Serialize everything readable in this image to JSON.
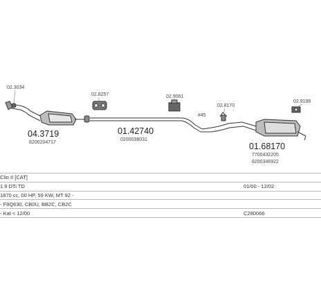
{
  "parts": [
    {
      "code": "02.3034"
    },
    {
      "code": "04.3719",
      "oe": "8200204717"
    },
    {
      "code": "02.8257"
    },
    {
      "code": "01.42740",
      "oe": "0200038031"
    },
    {
      "code": "02.9061"
    },
    {
      "code": "#45"
    },
    {
      "code": "02.8170"
    },
    {
      "code": "02.9188"
    },
    {
      "code": "01.68170",
      "oe": [
        "7700432205",
        "8200346922"
      ]
    }
  ],
  "table": {
    "rows": [
      [
        "Clio II [CAT]",
        ""
      ],
      [
        "1.9 DTi TD",
        "01/00 - 12/02"
      ],
      [
        "1870 cc, 00 HP, 59 KW, MT 92 -",
        ""
      ],
      [
        "- F8Q630, CB0U, BB2C, CB2C",
        ""
      ],
      [
        "- Kat < 12/00",
        "C280066"
      ]
    ]
  },
  "colors": {
    "line": "#333333",
    "label": "#444444"
  }
}
